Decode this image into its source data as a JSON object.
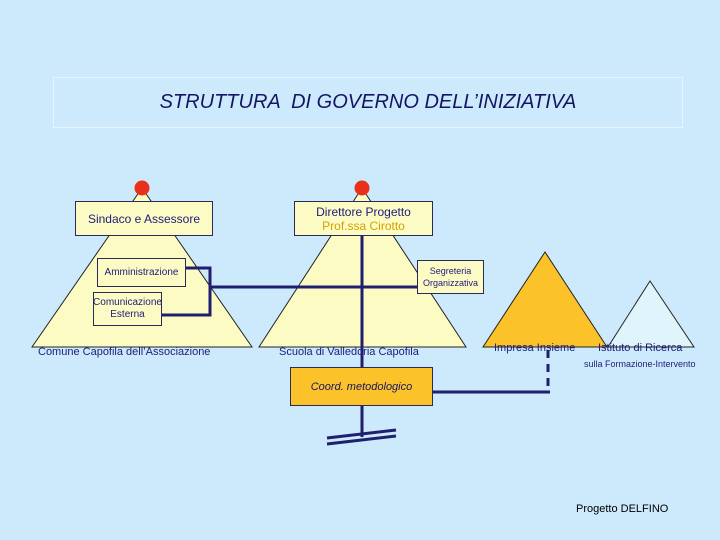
{
  "title": "STRUTTURA  DI GOVERNO DELL’INIZIATIVA",
  "boxes": {
    "sindaco": "Sindaco e Assessore",
    "direttore_line1": "Direttore Progetto",
    "direttore_line2": "Prof.ssa Cirotto",
    "amministrazione": "Amministrazione",
    "segreteria_line1": "Segreteria",
    "segreteria_line2": "Organizzativa",
    "comunicazione_line1": "Comunicazione",
    "comunicazione_line2": "Esterna",
    "coord": "Coord. metodologico"
  },
  "labels": {
    "comune": "Comune Capofila dell’Associazione",
    "scuola": "Scuola di Valledoria Capofila",
    "impresa": "Impresa Insieme",
    "istituto": "Istituto di Ricerca",
    "istituto_sub": "sulla Formazione-Intervento"
  },
  "footer": "Progetto DELFINO",
  "colors": {
    "background": "#cdeafc",
    "triangle_light": "#fdfbc4",
    "triangle_orange": "#fbc22a",
    "triangle_pale": "#dff5fb",
    "node_red": "#e8301a",
    "connector": "#1f1f6e"
  }
}
